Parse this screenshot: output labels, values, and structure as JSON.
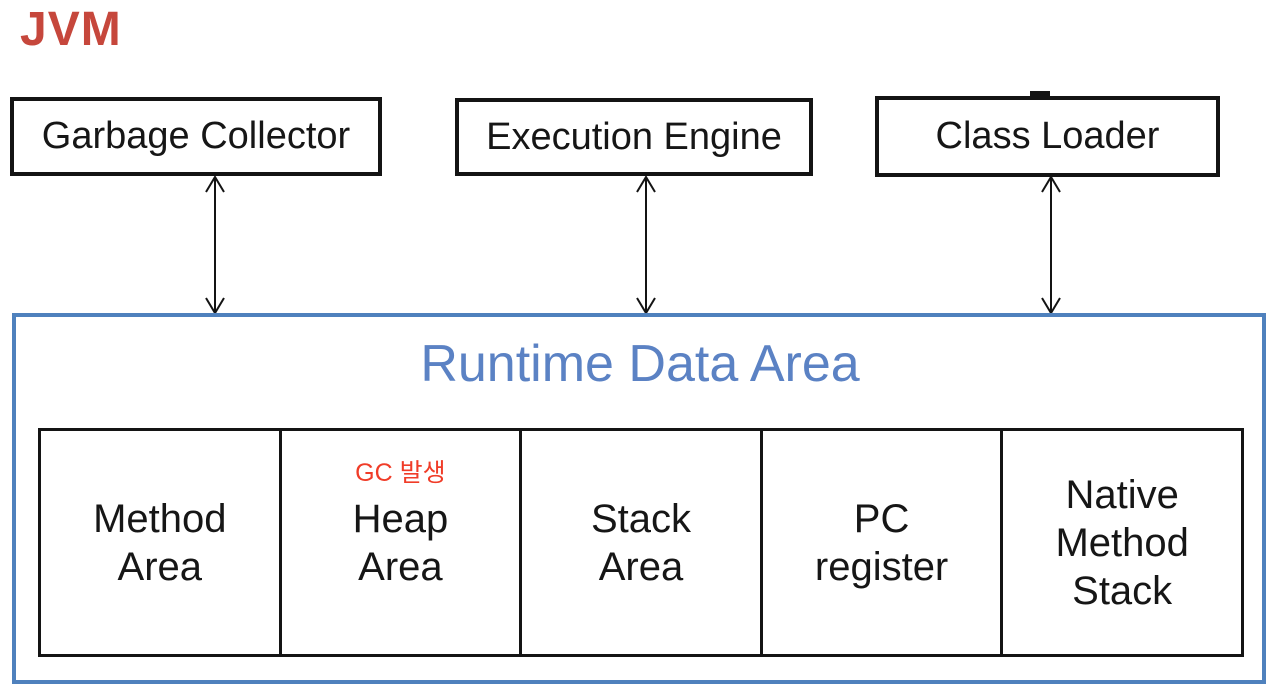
{
  "diagram": {
    "title": "JVM",
    "top_boxes": [
      {
        "id": "garbage-collector",
        "label": "Garbage Collector"
      },
      {
        "id": "execution-engine",
        "label": "Execution Engine"
      },
      {
        "id": "class-loader",
        "label": "Class Loader"
      }
    ],
    "connectors": [
      {
        "from": "garbage-collector",
        "to": "runtime-data-area",
        "style": "double-headed-vertical-arrow"
      },
      {
        "from": "execution-engine",
        "to": "runtime-data-area",
        "style": "double-headed-vertical-arrow"
      },
      {
        "from": "class-loader",
        "to": "runtime-data-area",
        "style": "double-headed-vertical-arrow"
      }
    ],
    "runtime_area": {
      "title": "Runtime Data Area",
      "heap_note": "GC 발생",
      "sections": [
        {
          "id": "method-area",
          "label": [
            "Method",
            "Area"
          ]
        },
        {
          "id": "heap-area",
          "label": [
            "Heap",
            "Area"
          ]
        },
        {
          "id": "stack-area",
          "label": [
            "Stack",
            "Area"
          ]
        },
        {
          "id": "pc-register",
          "label": [
            "PC",
            "register"
          ]
        },
        {
          "id": "native-method-stack",
          "label": [
            "Native",
            "Method",
            "Stack"
          ]
        }
      ]
    },
    "colors": {
      "jvm_title_red": "#c6473c",
      "heap_note_red": "#f03c28",
      "runtime_border_blue": "#4f81bd",
      "runtime_title_blue": "#5b82c4",
      "box_border_black": "#141414"
    }
  }
}
